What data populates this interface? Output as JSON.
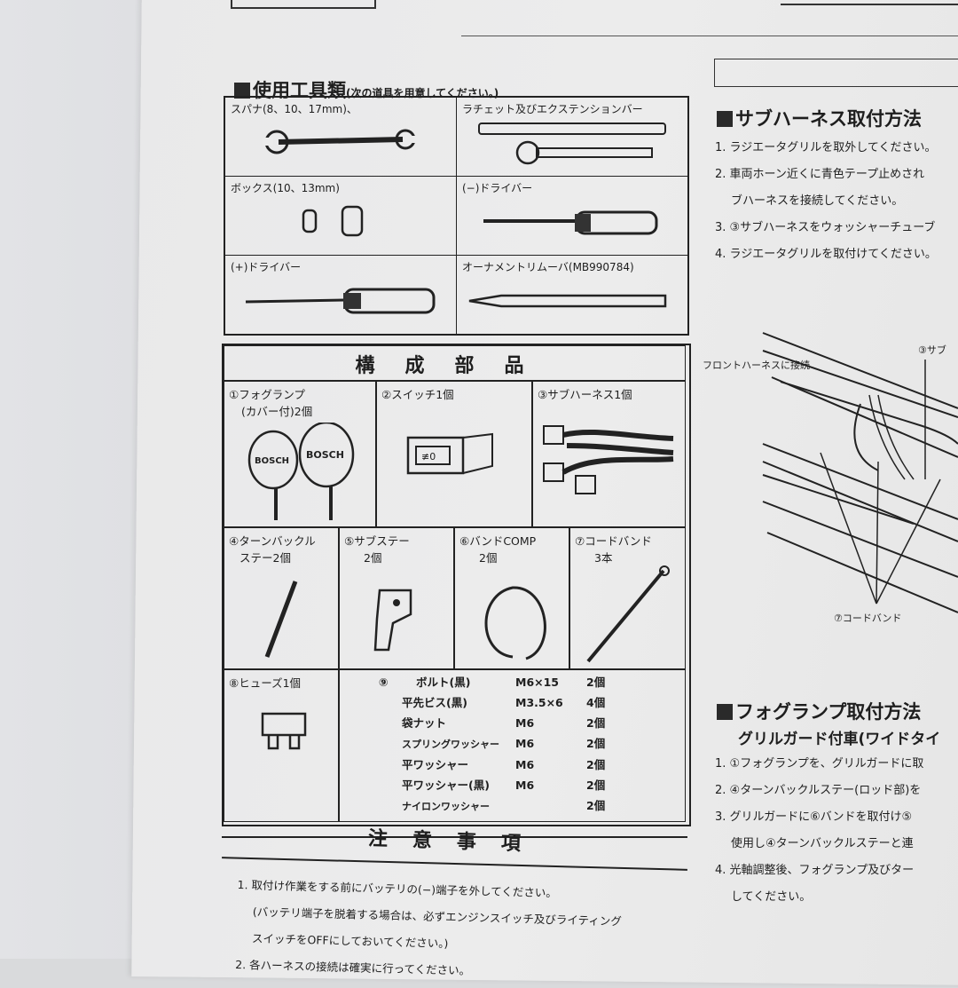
{
  "tools_section": {
    "heading": "使用工具類",
    "note": "(次の道具を用意してください。)",
    "items": [
      {
        "label": "スパナ(8、10、17mm)、",
        "icon": "wrench-icon"
      },
      {
        "label": "ラチェット及びエクステンションバー",
        "icon": "ratchet-icon"
      },
      {
        "label": "ボックス(10、13mm)",
        "icon": "socket-icon"
      },
      {
        "label": "(−)ドライバー",
        "icon": "flat-screwdriver-icon"
      },
      {
        "label": "(+)ドライバー",
        "icon": "phillips-screwdriver-icon"
      },
      {
        "label": "オーナメントリムーバ(MB990784)",
        "icon": "ornament-remover-icon"
      }
    ]
  },
  "parts_section": {
    "heading": "構成部品",
    "items": [
      {
        "label": "①フォグランプ",
        "sub": "(カバー付)2個",
        "brand": "BOSCH"
      },
      {
        "label": "②スイッチ1個",
        "switch_text": "≢0"
      },
      {
        "label": "③サブハーネス1個"
      },
      {
        "label": "④ターンバックル",
        "sub": "ステー2個"
      },
      {
        "label": "⑤サブステー",
        "sub": "2個"
      },
      {
        "label": "⑥バンドCOMP",
        "sub": "2個"
      },
      {
        "label": "⑦コードバンド",
        "sub": "3本"
      },
      {
        "label": "⑧ヒューズ1個"
      }
    ],
    "hardware_number": "⑨",
    "hardware": [
      {
        "name": "ボルト(黒)",
        "size": "M6×15",
        "qty": "2個"
      },
      {
        "name": "平先ビス(黒)",
        "size": "M3.5×6",
        "qty": "4個"
      },
      {
        "name": "袋ナット",
        "size": "M6",
        "qty": "2個"
      },
      {
        "name": "スプリングワッシャー",
        "size": "M6",
        "qty": "2個"
      },
      {
        "name": "平ワッシャー",
        "size": "M6",
        "qty": "2個"
      },
      {
        "name": "平ワッシャー(黒)",
        "size": "M6",
        "qty": "2個"
      },
      {
        "name": "ナイロンワッシャー",
        "size": "",
        "qty": "2個"
      }
    ]
  },
  "caution_section": {
    "heading": "注意事項",
    "lines": [
      "1. 取付け作業をする前にバッテリの(−)端子を外してください。",
      "(バッテリ端子を脱着する場合は、必ずエンジンスイッチ及びライティング",
      "スイッチをOFFにしておいてください。)",
      "2. 各ハーネスの接続は確実に行ってください。"
    ]
  },
  "subharness_section": {
    "heading": "サブハーネス取付方法",
    "steps": [
      "1. ラジエータグリルを取外してください。",
      "2. 車両ホーン近くに青色テープ止めされ",
      "ブハーネスを接続してください。",
      "3. ③サブハーネスをウォッシャーチューブ",
      "4. ラジエータグリルを取付けてください。"
    ]
  },
  "diagram": {
    "label_front": "フロントハーネスに接続",
    "label_sub": "③サブ",
    "label_band": "⑦コードバンド"
  },
  "foglamp_section": {
    "heading": "フォグランプ取付方法",
    "subheading": "グリルガード付車(ワイドタイ",
    "steps": [
      "1. ①フォグランプを、グリルガードに取",
      "2. ④ターンバックルステー(ロッド部)を",
      "3. グリルガードに⑥バンドを取付け⑤",
      "使用し④ターンバックルステーと連",
      "4. 光軸調整後、フォグランプ及びター",
      "してください。"
    ]
  }
}
